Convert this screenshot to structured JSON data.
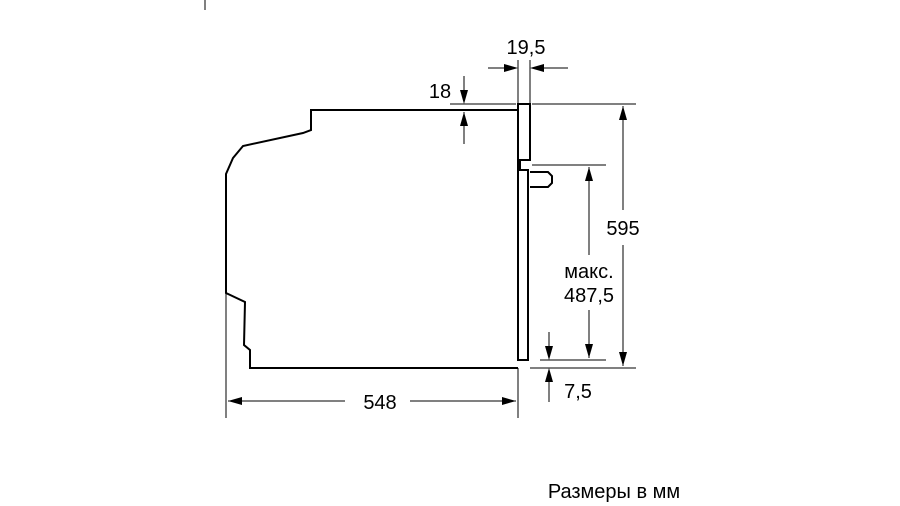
{
  "dimensions": {
    "depth": "548",
    "height": "595",
    "niche_height_label": "макс.",
    "niche_height_value": "487,5",
    "top_offset": "18",
    "front_thickness": "19,5",
    "bottom_offset": "7,5"
  },
  "caption": "Размеры в мм"
}
